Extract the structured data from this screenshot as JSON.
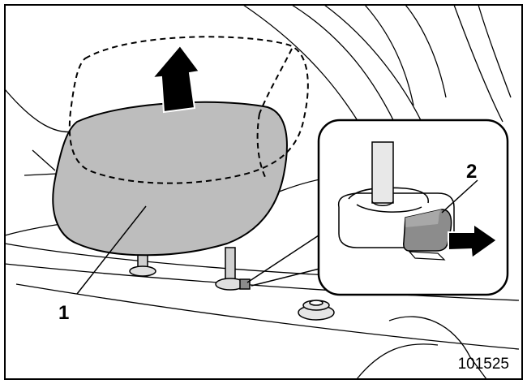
{
  "figure": {
    "callouts": {
      "headrest": "1",
      "release_button": "2"
    },
    "figure_number": "101525",
    "colors": {
      "headrest_fill": "#bdbdbd",
      "button_fill": "#8c8c8c",
      "line": "#000000",
      "background": "#ffffff"
    },
    "icons": {
      "raise_direction": "up-arrow-icon",
      "press_direction": "right-arrow-icon"
    }
  }
}
